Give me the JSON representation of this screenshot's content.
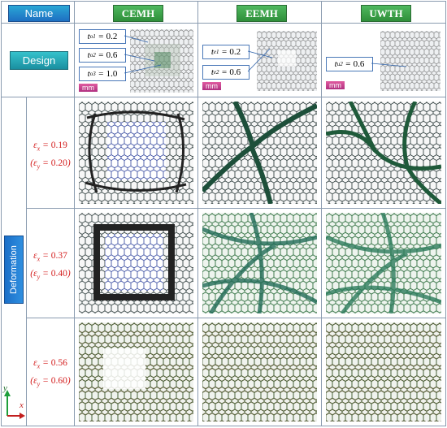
{
  "header": {
    "name_label": "Name",
    "columns": [
      "CEMH",
      "EEMH",
      "UWTH"
    ]
  },
  "design": {
    "row_label": "Design",
    "unit_label": "mm",
    "cemh": [
      {
        "label": "t_{o1} = 0.2",
        "sym": "t",
        "sub": "o1",
        "val": "0.2"
      },
      {
        "label": "t_{o2} = 0.6",
        "sym": "t",
        "sub": "o2",
        "val": "0.6"
      },
      {
        "label": "t_{o3} = 1.0",
        "sym": "t",
        "sub": "o3",
        "val": "1.0"
      }
    ],
    "eemh": [
      {
        "label": "t_{e1} = 0.2",
        "sym": "t",
        "sub": "e1",
        "val": "0.2"
      },
      {
        "label": "t_{e2} = 0.6",
        "sym": "t",
        "sub": "e2",
        "val": "0.6"
      }
    ],
    "uwth": [
      {
        "label": "t_{u2} = 0.6",
        "sym": "t",
        "sub": "u2",
        "val": "0.6"
      }
    ]
  },
  "deformation": {
    "row_label": "Deformation",
    "rows": [
      {
        "ex": "0.19",
        "ey": "0.20"
      },
      {
        "ex": "0.37",
        "ey": "0.40"
      },
      {
        "ex": "0.56",
        "ey": "0.60"
      }
    ]
  },
  "axes": {
    "x": "x",
    "y": "y"
  },
  "colors": {
    "strain_text": "#d42020",
    "link": "#1e6fc2"
  }
}
